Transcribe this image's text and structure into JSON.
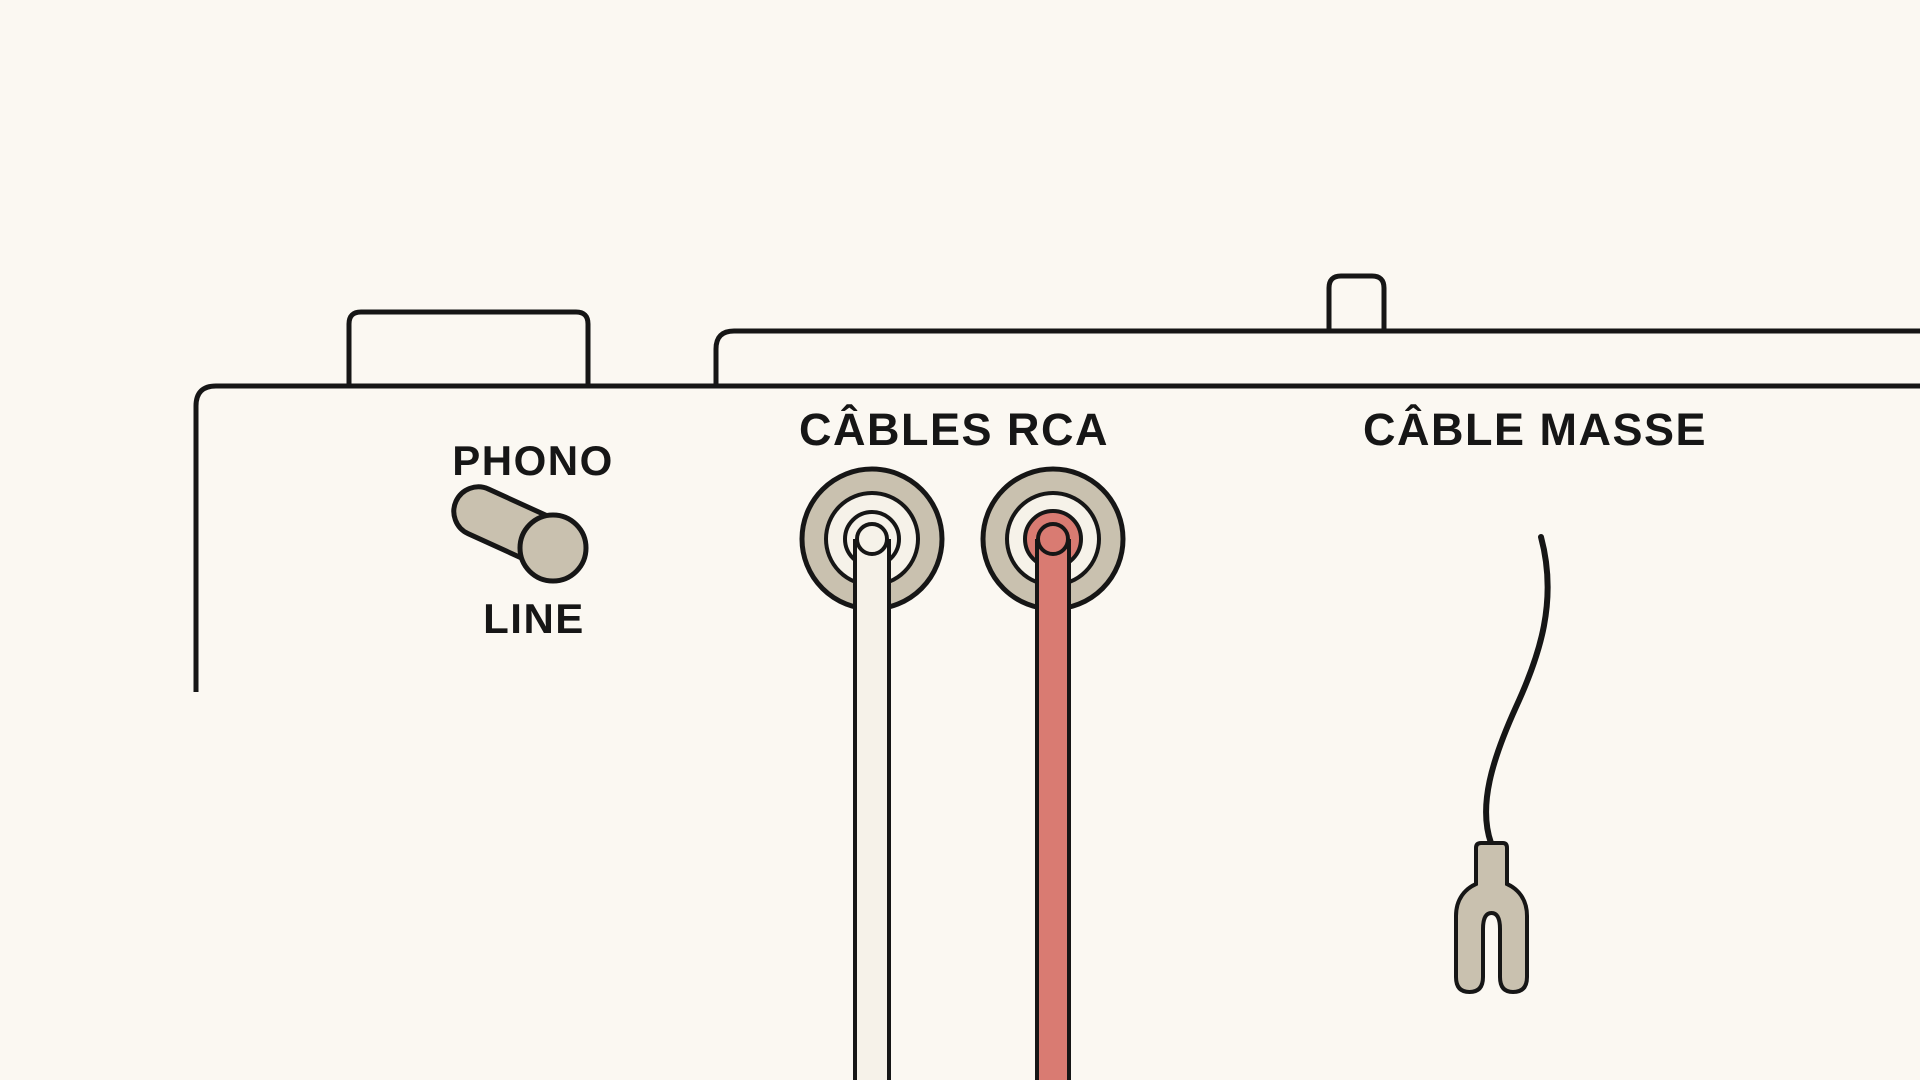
{
  "page": {
    "background": "#fbf8f2"
  },
  "colors": {
    "outline": "#161616",
    "beige": "#c9c1af",
    "cream": "#f6f2e9",
    "red": "#d97b72",
    "text": "#161616"
  },
  "labels": {
    "phono": "PHONO",
    "line": "LINE",
    "rca_cables": "CÂBLES RCA",
    "ground_cable": "CÂBLE MASSE"
  },
  "diagram": {
    "type": "turntable-rear-connections",
    "switch": {
      "positions": [
        "PHONO",
        "LINE"
      ],
      "selected": "PHONO"
    },
    "connectors": [
      {
        "name": "rca-plug-left",
        "color_name": "white"
      },
      {
        "name": "rca-plug-right",
        "color_name": "red"
      },
      {
        "name": "ground-spade-lug",
        "color_name": "beige"
      }
    ]
  }
}
